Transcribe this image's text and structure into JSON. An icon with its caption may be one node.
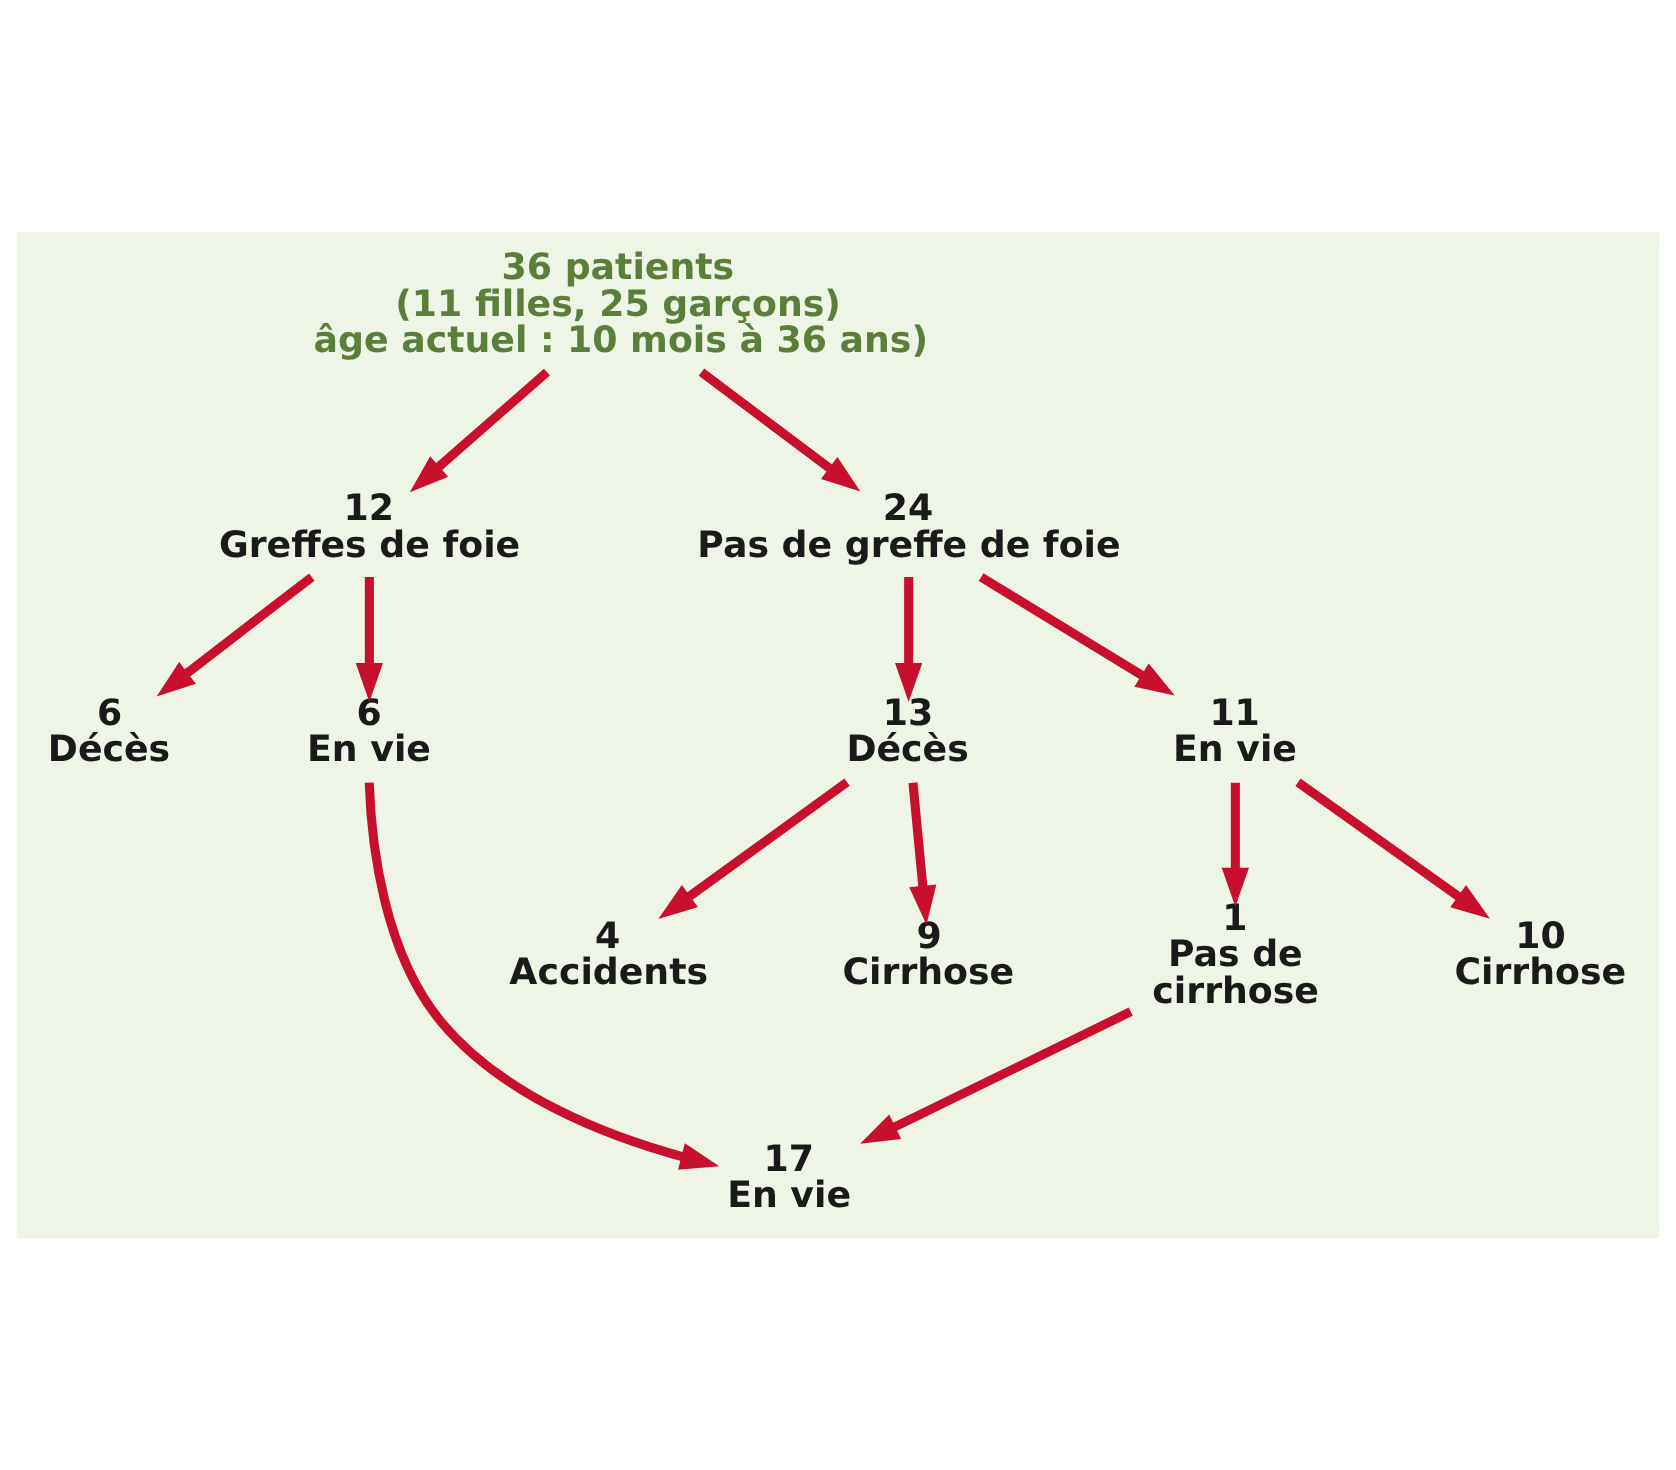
{
  "diagram": {
    "nodes": [
      {
        "text": [
          "36 patients (11 filles, 25 garçons) âge actuel : 10 mois à 36 ans)"
        ]
      },
      {
        "text": [
          "12",
          "Greffes de foie"
        ]
      },
      {
        "text": [
          "24",
          "Pas de greffe de foie"
        ]
      },
      {
        "text": [
          "6",
          "Décès"
        ]
      },
      {
        "text": [
          "6",
          "En vie"
        ]
      },
      {
        "text": [
          "13",
          "Décès"
        ]
      },
      {
        "text": [
          "11",
          "En vie"
        ]
      },
      {
        "text": [
          "4",
          "Accidents"
        ]
      },
      {
        "text": [
          "9",
          "Cirrhose"
        ]
      },
      {
        "text": [
          "1",
          "Pas de cirrhose"
        ]
      },
      {
        "text": [
          "10",
          "Cirrhose"
        ]
      },
      {
        "text": [
          "17",
          "En vie"
        ]
      }
    ],
    "edges": [
      {
        "from": 0,
        "to": 1,
        "arrow": "to"
      },
      {
        "from": 0,
        "to": 2,
        "arrow": "to"
      },
      {
        "from": 1,
        "to": 3,
        "arrow": "to"
      },
      {
        "from": 1,
        "to": 4,
        "arrow": "to"
      },
      {
        "from": 2,
        "to": 5,
        "arrow": "to"
      },
      {
        "from": 2,
        "to": 6,
        "arrow": "to"
      },
      {
        "from": 5,
        "to": 7,
        "arrow": "to"
      },
      {
        "from": 5,
        "to": 8,
        "arrow": "to"
      },
      {
        "from": 6,
        "to": 9,
        "arrow": "to"
      },
      {
        "from": 6,
        "to": 10,
        "arrow": "to"
      },
      {
        "from": 4,
        "to": 11,
        "arrow": "to"
      },
      {
        "from": 9,
        "to": 11,
        "arrow": "to"
      }
    ]
  }
}
